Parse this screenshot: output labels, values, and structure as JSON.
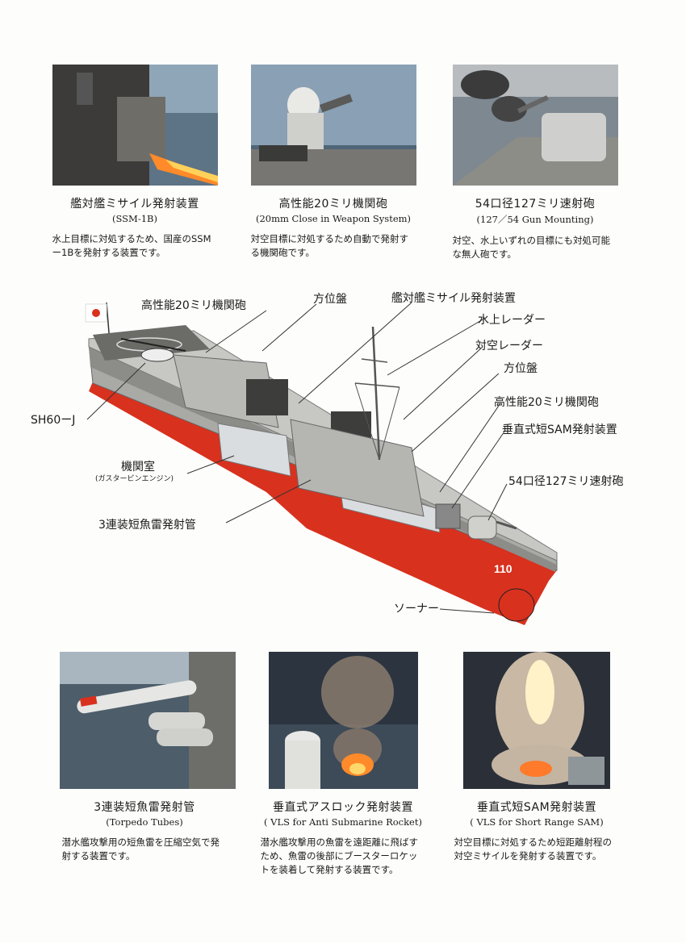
{
  "top_cards": [
    {
      "title": "艦対艦ミサイル発射装置",
      "subtitle": "(SSM-1B)",
      "desc": "水上目標に対処するため、国産のSSMー1Bを発射する装置です。"
    },
    {
      "title": "高性能20ミリ機関砲",
      "subtitle": "(20mm Close in Weapon System)",
      "desc": "対空目標に対処するため自動で発射する機関砲です。"
    },
    {
      "title": "54口径127ミリ速射砲",
      "subtitle": "(127／54  Gun Mounting)",
      "desc": "対空、水上いずれの目標にも対処可能な無人砲です。"
    }
  ],
  "bottom_cards": [
    {
      "title": "3連装短魚雷発射管",
      "subtitle": "(Torpedo Tubes)",
      "desc": "潜水艦攻撃用の短魚雷を圧縮空気で発射する装置です。"
    },
    {
      "title": "垂直式アスロック発射装置",
      "subtitle": "( VLS for Anti Submarine Rocket)",
      "desc": "潜水艦攻撃用の魚雷を遠距離に飛ばすため、魚雷の後部にブースターロケットを装着して発射する装置です。"
    },
    {
      "title": "垂直式短SAM発射装置",
      "subtitle": "( VLS for Short  Range SAM)",
      "desc": "対空目標に対処するため短距離射程の対空ミサイルを発射する装置です。"
    }
  ],
  "diagram_labels": {
    "ciws_aft": "高性能20ミリ機関砲",
    "director_aft": "方位盤",
    "ssm": "艦対艦ミサイル発射装置",
    "surface_radar": "水上レーダー",
    "air_radar": "対空レーダー",
    "director_fwd": "方位盤",
    "ciws_fwd": "高性能20ミリ機関砲",
    "vls_sam": "垂直式短SAM発射装置",
    "gun": "54口径127ミリ速射砲",
    "helicopter": "SH60ーJ",
    "engine_room": "機関室",
    "engine_room_sub": "(ガスタービンエンジン)",
    "torpedo": "3連装短魚雷発射管",
    "sonar": "ソーナー",
    "hull_number": "110"
  },
  "colors": {
    "hull_red": "#d8311e",
    "hull_grey": "#a9a9a6",
    "deck_dark": "#4a4a48"
  }
}
